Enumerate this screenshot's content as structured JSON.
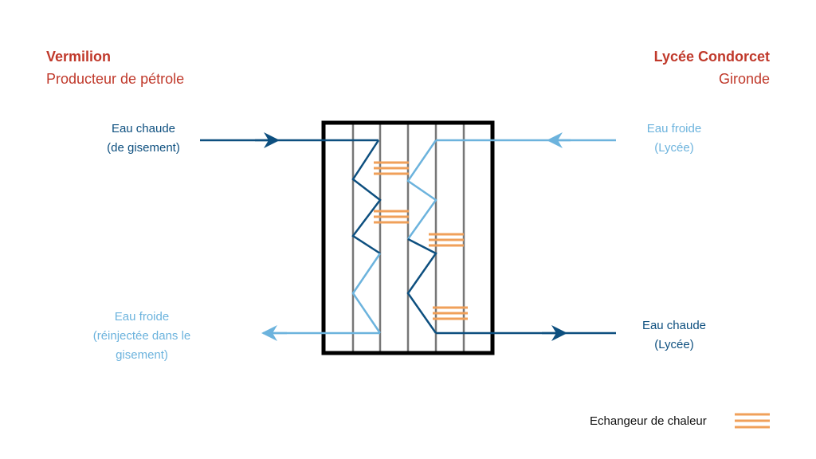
{
  "left_site": {
    "name": "Vermilion",
    "subtitle": "Producteur de pétrole"
  },
  "right_site": {
    "name": "Lycée Condorcet",
    "subtitle": "Gironde"
  },
  "labels": {
    "hot_in": [
      "Eau chaude",
      "(de gisement)"
    ],
    "cold_out": [
      "Eau froide",
      "(réinjectée dans le",
      "gisement)"
    ],
    "cold_in": [
      "Eau froide",
      "(Lycée)"
    ],
    "hot_out": [
      "Eau chaude",
      "(Lycée)"
    ]
  },
  "legend": {
    "label": "Echangeur de chaleur",
    "icon": "heat-exchanger-icon"
  },
  "colors": {
    "title": "#c0392b",
    "hot_flow": "#0d4f7f",
    "cold_flow": "#6cb3dd",
    "exchanger": "#f0a05a",
    "plates": "#777777",
    "frame": "#000000"
  }
}
